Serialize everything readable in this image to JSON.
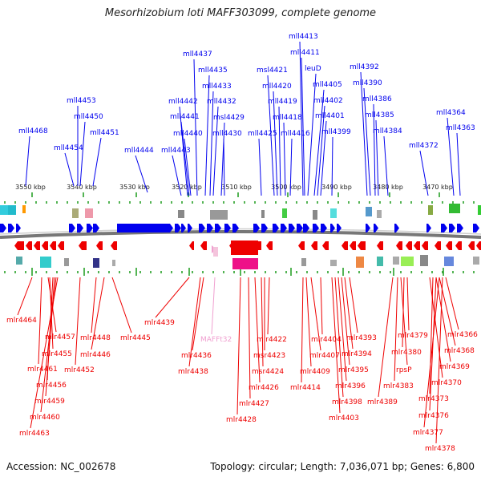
{
  "title": "Mesorhizobium loti MAFF303099, complete genome",
  "footer": {
    "accession": "Accession: NC_002678",
    "summary": "Topology: circular; Length: 7,036,071 bp; Genes: 6,800"
  },
  "colors": {
    "forward_strand": "#0000ee",
    "reverse_strand": "#ee0000",
    "trna": "#f0a0d0",
    "tick": "#1a9a1a",
    "backbone": "#777777"
  },
  "scale_labels": [
    "3550 kbp",
    "3540 kbp",
    "3530 kbp",
    "3520 kbp",
    "3510 kbp",
    "3500 kbp",
    "3490 kbp",
    "3480 kbp",
    "3470 kbp"
  ],
  "top_genes": [
    "mll4468",
    "mll4454",
    "mll4453",
    "mll4450",
    "mll4451",
    "mll4444",
    "mll4443",
    "mll4442",
    "mll4441",
    "mll4440",
    "mll4437",
    "mll4435",
    "mll4433",
    "mll4432",
    "mll4430",
    "msl4429",
    "mll4425",
    "msl4421",
    "mll4420",
    "mll4419",
    "mll4418",
    "mll4416",
    "mll4413",
    "mll4411",
    "leuD",
    "mll4405",
    "mll4402",
    "mll4401",
    "mll4399",
    "mll4392",
    "mll4390",
    "mll4386",
    "mll4385",
    "mll4384",
    "mll4372",
    "mll4364",
    "mll4363"
  ],
  "bottom_genes": [
    "mlr4464",
    "mlr4457",
    "mlr4461",
    "mlr4455",
    "mlr4456",
    "mlr4459",
    "mlr4460",
    "mlr4463",
    "mlr4452",
    "mlr4448",
    "mlr4446",
    "mlr4445",
    "mlr4439",
    "mlr4438",
    "mlr4436",
    "MAFFt32",
    "mlr4428",
    "mlr4427",
    "mlr4426",
    "msr4424",
    "msr4423",
    "mlr4422",
    "mlr4414",
    "mlr4409",
    "mlr4407",
    "mlr4404",
    "mlr4403",
    "mlr4398",
    "mlr4396",
    "mlr4395",
    "mlr4394",
    "mlr4393",
    "mlr4389",
    "mlr4383",
    "rpsP",
    "mlr4380",
    "mlr4379",
    "mlr4378",
    "mlr4377",
    "mlr4376",
    "mlr4373",
    "mlr4370",
    "mlr4369",
    "mlr4368",
    "mlr4366"
  ]
}
